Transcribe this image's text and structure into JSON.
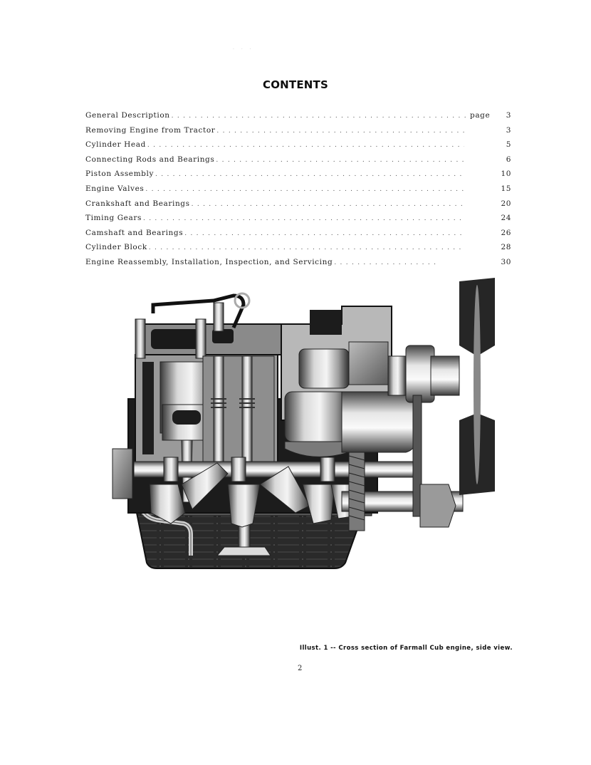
{
  "document": {
    "title": "CONTENTS",
    "page_prefix": "page",
    "toc": [
      {
        "label": "General Description",
        "page": "3"
      },
      {
        "label": "Removing Engine from Tractor",
        "page": "3"
      },
      {
        "label": "Cylinder Head",
        "page": "5"
      },
      {
        "label": "Connecting Rods and Bearings",
        "page": "6"
      },
      {
        "label": "Piston Assembly",
        "page": "10"
      },
      {
        "label": "Engine Valves",
        "page": "15"
      },
      {
        "label": "Crankshaft and Bearings",
        "page": "20"
      },
      {
        "label": "Timing Gears",
        "page": "24"
      },
      {
        "label": "Camshaft and Bearings",
        "page": "26"
      },
      {
        "label": "Cylinder Block",
        "page": "28"
      },
      {
        "label": "Engine Reassembly, Installation, Inspection, and Servicing",
        "page": "30"
      }
    ],
    "figure": {
      "caption": "Illust. 1 -- Cross section of Farmall Cub engine, side view.",
      "subject": "engine-cross-section-illustration"
    },
    "page_number": "2"
  }
}
